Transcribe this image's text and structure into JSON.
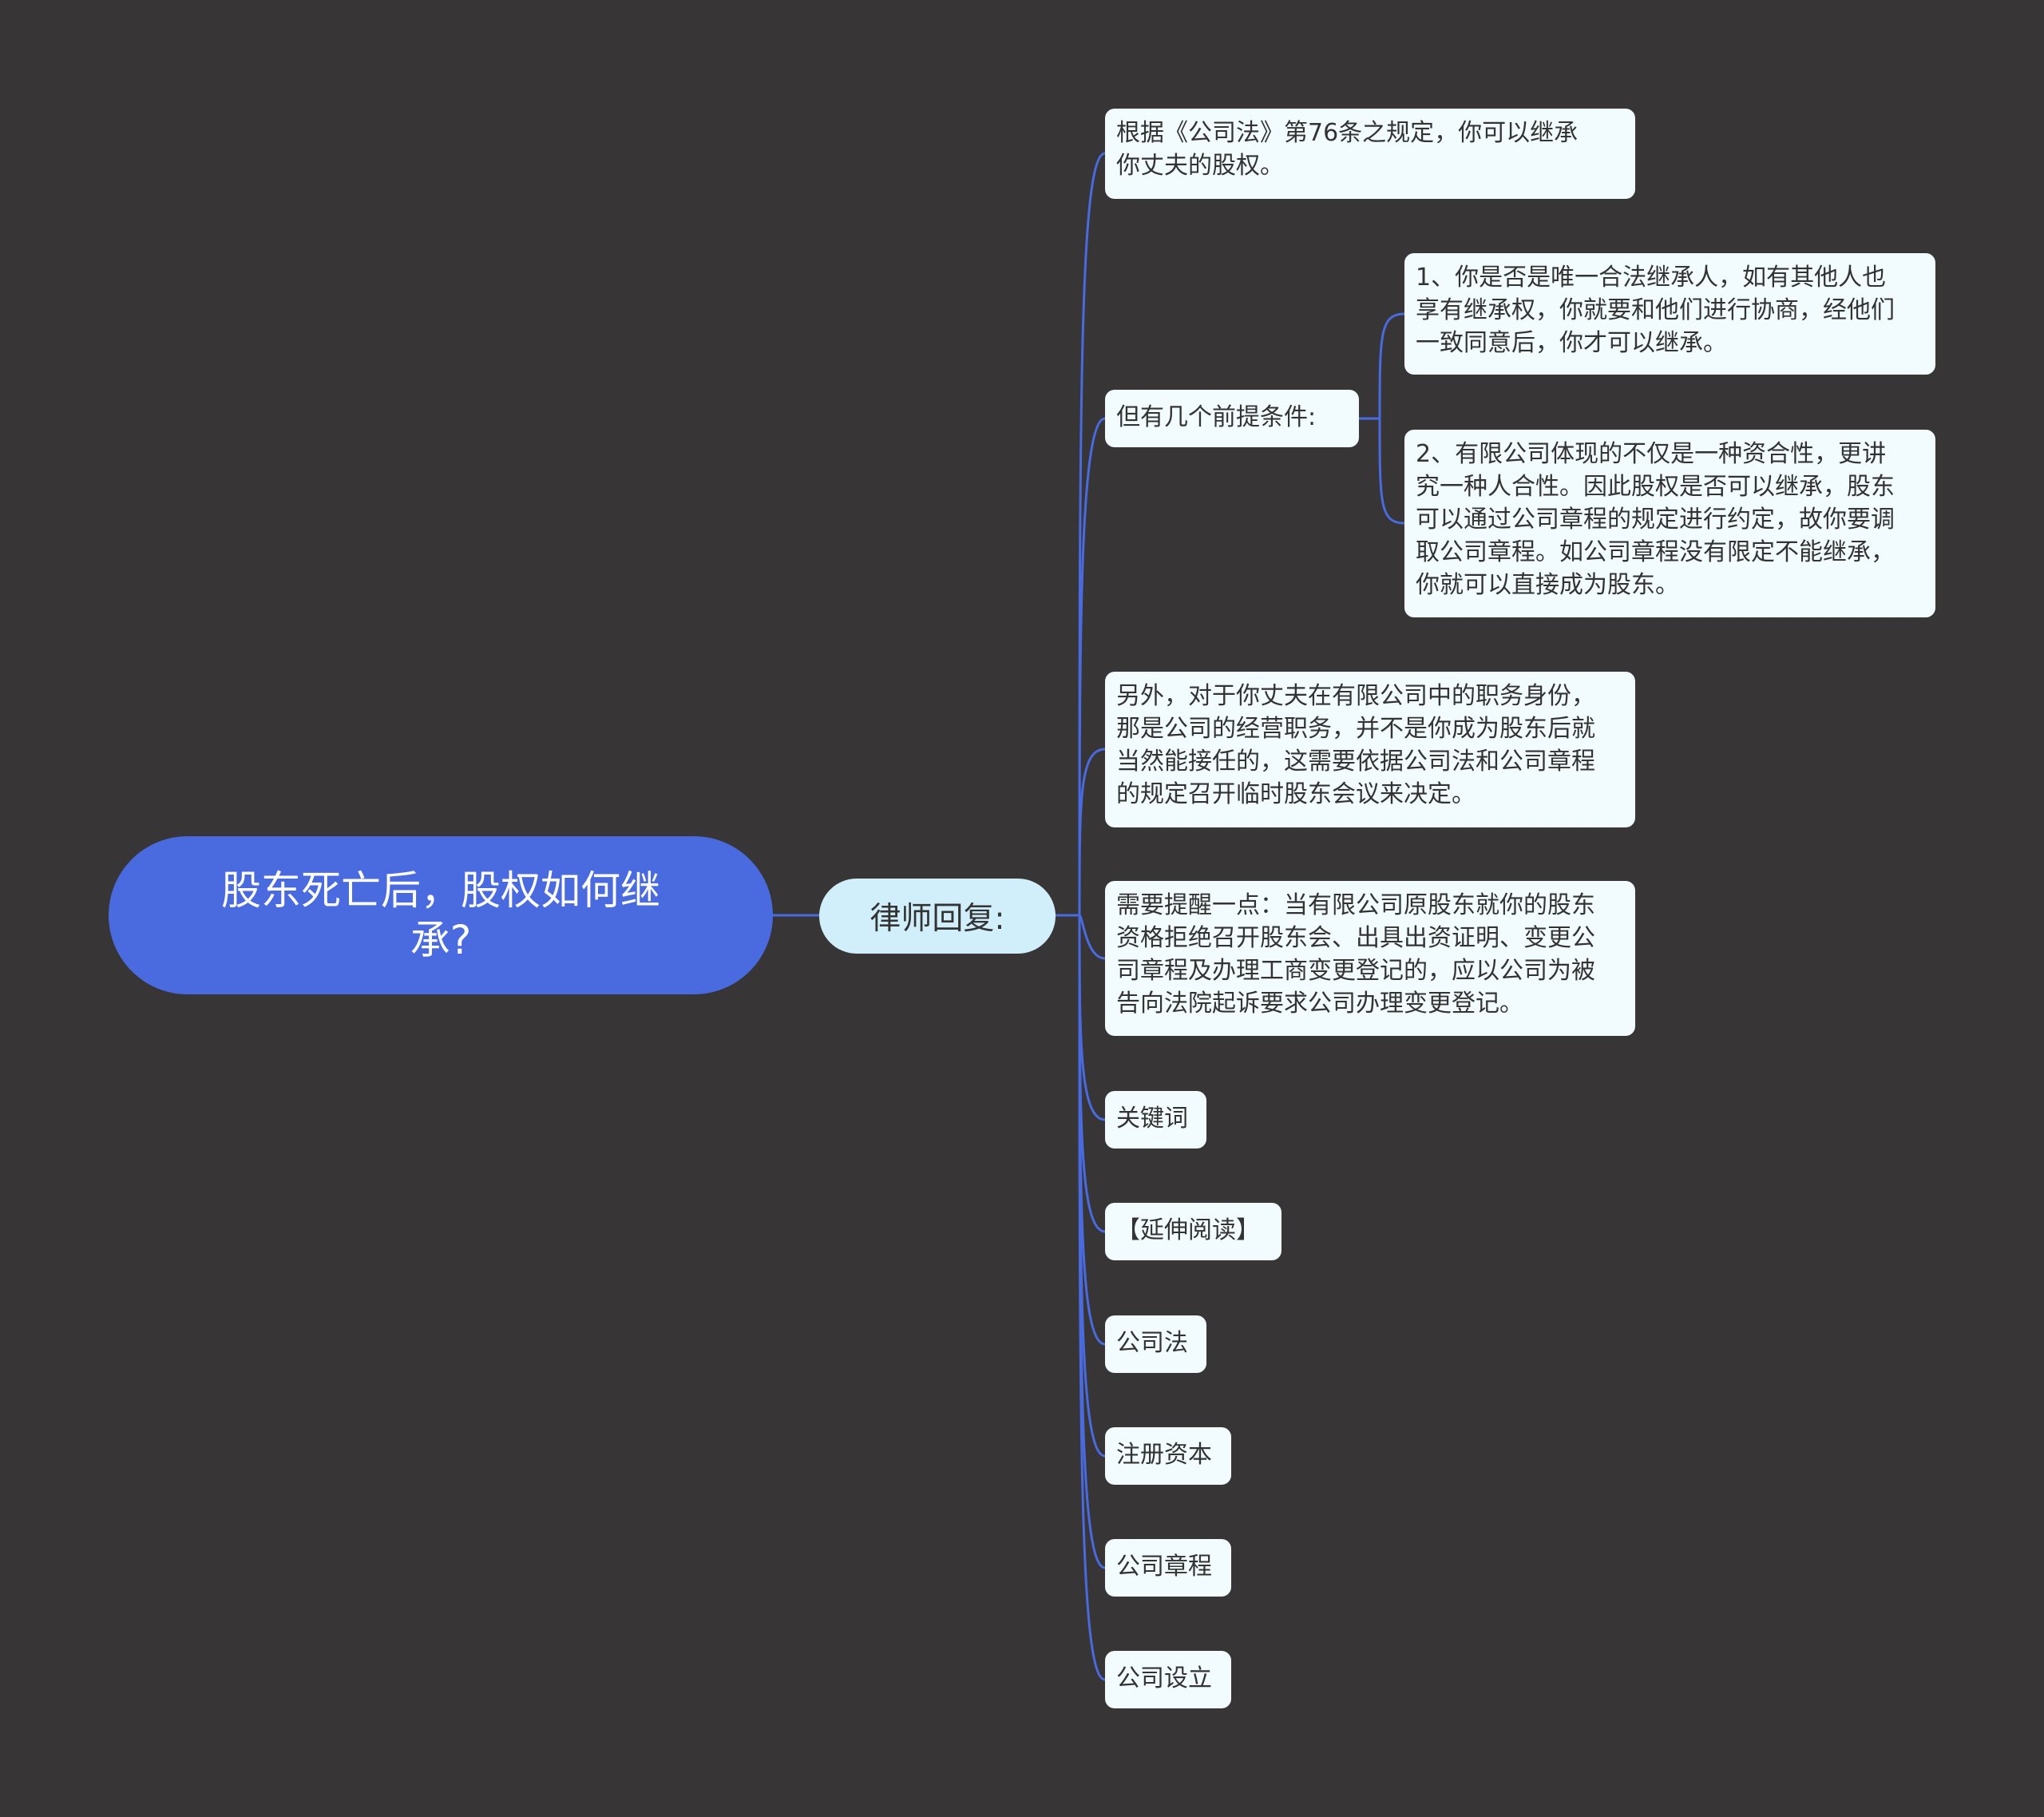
{
  "theme": {
    "background": "#373536",
    "root": "#4a6ae0",
    "mid": "#d1effb",
    "leaf": "#f2fbfd",
    "line": "#4a6ae0",
    "text": "#333333"
  },
  "root": {
    "label": "股东死亡后，股权如何继承?"
  },
  "branch": {
    "label": "律师回复:"
  },
  "nodes": {
    "n0": "根据《公司法》第76条之规定，你可以继承\n你丈夫的股权。",
    "n1": "但有几个前提条件:",
    "n1a": "1、你是否是唯一合法继承人，如有其他人也\n享有继承权，你就要和他们进行协商，经他们\n一致同意后，你才可以继承。",
    "n1b": "2、有限公司体现的不仅是一种资合性，更讲\n究一种人合性。因此股权是否可以继承，股东\n可以通过公司章程的规定进行约定，故你要调\n取公司章程。如公司章程没有限定不能继承，\n你就可以直接成为股东。",
    "n2": "另外，对于你丈夫在有限公司中的职务身份，\n那是公司的经营职务，并不是你成为股东后就\n当然能接任的，这需要依据公司法和公司章程\n的规定召开临时股东会议来决定。",
    "n3": "需要提醒一点：当有限公司原股东就你的股东\n资格拒绝召开股东会、出具出资证明、变更公\n司章程及办理工商变更登记的，应以公司为被\n告向法院起诉要求公司办理变更登记。",
    "n4": "关键词",
    "n5": "【延伸阅读】",
    "n6": "公司法",
    "n7": "注册资本",
    "n8": "公司章程",
    "n9": "公司设立"
  }
}
